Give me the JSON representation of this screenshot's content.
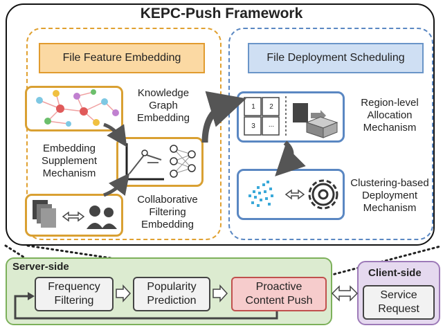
{
  "title": "KEPC-Push Framework",
  "left_panel": {
    "header": "File Feature Embedding",
    "kg_label": [
      "Knowledge",
      "Graph",
      "Embedding"
    ],
    "supplement_label": [
      "Embedding",
      "Supplement",
      "Mechanism"
    ],
    "cf_label": [
      "Collaborative",
      "Filtering",
      "Embedding"
    ]
  },
  "right_panel": {
    "header": "File Deployment Scheduling",
    "region_label": [
      "Region-level",
      "Allocation",
      "Mechanism"
    ],
    "cluster_label": [
      "Clustering-based",
      "Deployment",
      "Mechanism"
    ],
    "grid_cells": [
      "1",
      "2",
      "3",
      "..."
    ]
  },
  "server": {
    "title": "Server-side",
    "frequency": [
      "Frequency",
      "Filtering"
    ],
    "popularity": [
      "Popularity",
      "Prediction"
    ],
    "push": [
      "Proactive",
      "Content Push"
    ]
  },
  "client": {
    "title": "Client-side",
    "request": [
      "Service",
      "Request"
    ]
  },
  "colors": {
    "gold": "#e0a02f",
    "blue": "#5a87c2",
    "green": "#7cb05a",
    "purple": "#9d7ab8",
    "red": "#c0504d"
  }
}
